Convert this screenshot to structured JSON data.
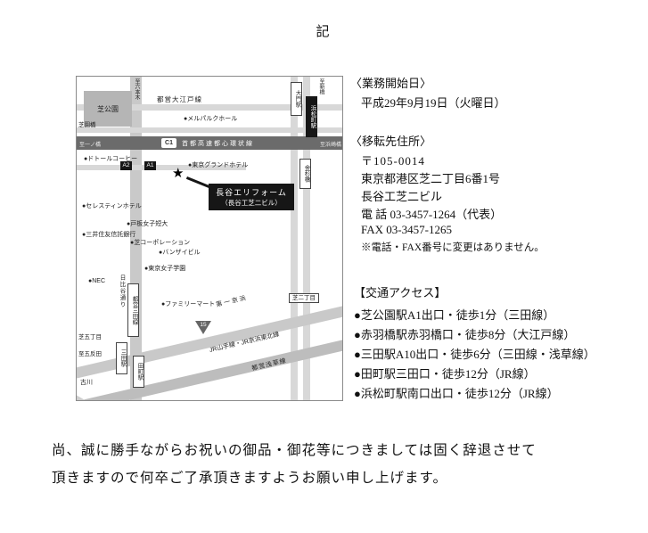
{
  "title": "記",
  "info": {
    "start": {
      "heading": "〈業務開始日〉",
      "date": "平成29年9月19日（火曜日）"
    },
    "address": {
      "heading": "〈移転先住所〉",
      "postal": "〒105-0014",
      "line1": "東京都港区芝二丁目6番1号",
      "line2": "長谷工芝二ビル",
      "tel": "電 話 03-3457-1264（代表）",
      "fax": "FAX 03-3457-1265",
      "note": "※電話・FAX番号に変更はありません。"
    },
    "access": {
      "heading": "【交通アクセス】",
      "items": [
        "●芝公園駅A1出口・徒歩1分（三田線）",
        "●赤羽橋駅赤羽橋口・徒歩8分（大江戸線）",
        "●三田駅A10出口・徒歩6分（三田線・浅草線）",
        "●田町駅三田口・徒歩12分（JR線）",
        "●浜松町駅南口出口・徒歩12分（JR線）"
      ]
    }
  },
  "footer": {
    "line1": "尚、誠に勝手ながらお祝いの御品・御花等につきましては固く辞退させて",
    "line2": "頂きますので何卒ご了承頂きますようお願い申し上げます。"
  },
  "map": {
    "destination": {
      "name": "長谷エリフォーム",
      "building": "（長谷工芝二ビル）",
      "marker": "★"
    },
    "park": "芝公園",
    "lines": {
      "oedo": "都営大江戸線",
      "mita": "都営三田線",
      "asakusa": "都営浅草線",
      "jr": "JR山手線・JR京浜東北線",
      "shuto": "首都高速都心環状線",
      "shuto_badge": "C1",
      "route15": "15",
      "hibiya_dori": "日比谷通り",
      "daiichi_keihin": "第一京浜"
    },
    "stations": {
      "hamamatsucho": "浜松町駅",
      "daimon": "大門駅",
      "mita": "三田駅",
      "tamachi": "田町駅",
      "exit_a1": "A1",
      "exit_a2": "A2"
    },
    "pois": {
      "melparque": "●メルパルクホール",
      "tokyo_grand_hotel": "●東京グランドホテル",
      "doutor": "●ドトールコーヒー",
      "celestine": "●セレスティンホテル",
      "toita": "●戸板女子短大",
      "smtb": "●三井住友信託銀行",
      "shiba_corp": "●芝コーポレーション",
      "banzai": "●バンザイビル",
      "tokyo_joshi": "●東京女子学園",
      "nec": "●NEC",
      "familymart": "●ファミリーマート"
    },
    "places": {
      "kanasugibashi": "金杉橋",
      "shiba2": "芝二丁目",
      "shiba5": "芝五丁目",
      "shibaenbashi": "芝園橋",
      "furukawa": "古川",
      "to_roppongi": "至六本木",
      "to_shimbashi": "至新橋",
      "to_gotanda": "至五反田",
      "to_ichinohashi": "至一ノ橋",
      "to_hamazakibashi": "至浜崎橋"
    }
  }
}
